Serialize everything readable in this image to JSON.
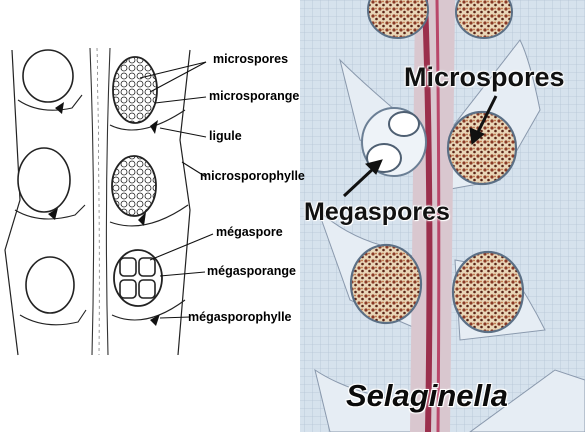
{
  "drawing_labels": {
    "microspores": "microspores",
    "microsporange": "microsporange",
    "ligule": "ligule",
    "microsporophylle": "microsporophylle",
    "megaspore": "mégaspore",
    "megasporange": "mégasporange",
    "megasporophylle": "mégasporophylle"
  },
  "photo_labels": {
    "microspores": "Microspores",
    "megaspores": "Megaspores",
    "genus": "Selaginella"
  },
  "colors": {
    "photo_background": "#cfdce9",
    "tissue": "#e6edf4",
    "stem_red": "#9b2f4c",
    "spore_brown": "#7a3a2a"
  }
}
